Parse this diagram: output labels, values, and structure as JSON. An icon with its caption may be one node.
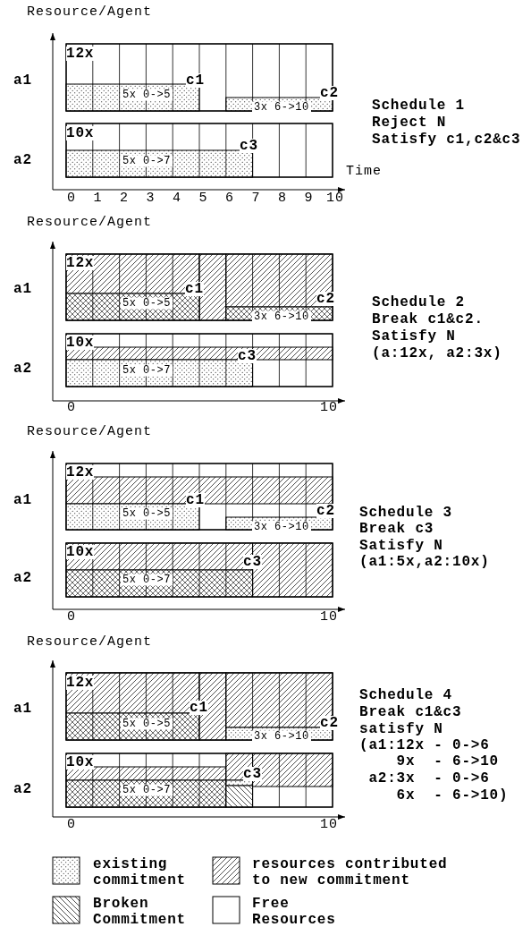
{
  "diagram": {
    "labels": [
      "Resource/Agent",
      "12x",
      "a1",
      "c1",
      "5x 0->5",
      "c2",
      "3x 6->10",
      "Schedule 1",
      "Reject N",
      "Satisfy c1,c2&c3",
      "10x",
      "c3",
      "a2",
      "5x 0->7",
      "Time",
      "0",
      "1",
      "2",
      "3",
      "4",
      "5",
      "6",
      "7",
      "8",
      "9",
      "10",
      "Resource/Agent",
      "12x",
      "a1",
      "c1",
      "5x 0->5",
      "c2",
      "3x 6->10",
      "Schedule 2",
      "Break c1&c2.",
      "Satisfy N",
      "(a:12x, a2:3x)",
      "10x",
      "c3",
      "a2",
      "5x 0->7",
      "0",
      "10",
      "Resource/Agent",
      "12x",
      "a1",
      "c1",
      "5x 0->5",
      "c2",
      "3x 6->10",
      "Schedule 3",
      "Break c3",
      "Satisfy N",
      "(a1:5x,a2:10x)",
      "10x",
      "c3",
      "a2",
      "5x 0->7",
      "0",
      "10",
      "Resource/Agent",
      "12x",
      "a1",
      "c1",
      "5x 0->5",
      "c2",
      "3x 6->10",
      "Schedule 4",
      "Break c1&c3",
      "satisfy N",
      "(a1:12x - 0->6",
      "9x  - 6->10",
      "a2:3x  - 0->6",
      "6x  - 6->10)",
      "10x",
      "c3",
      "a2",
      "5x 0->7",
      "0",
      "10"
    ],
    "legend": [
      {
        "text": "existing commitment"
      },
      {
        "text": "resources contributed to new commitment"
      },
      {
        "text": "Broken Commitment"
      },
      {
        "text": "Free Resources"
      }
    ]
  }
}
